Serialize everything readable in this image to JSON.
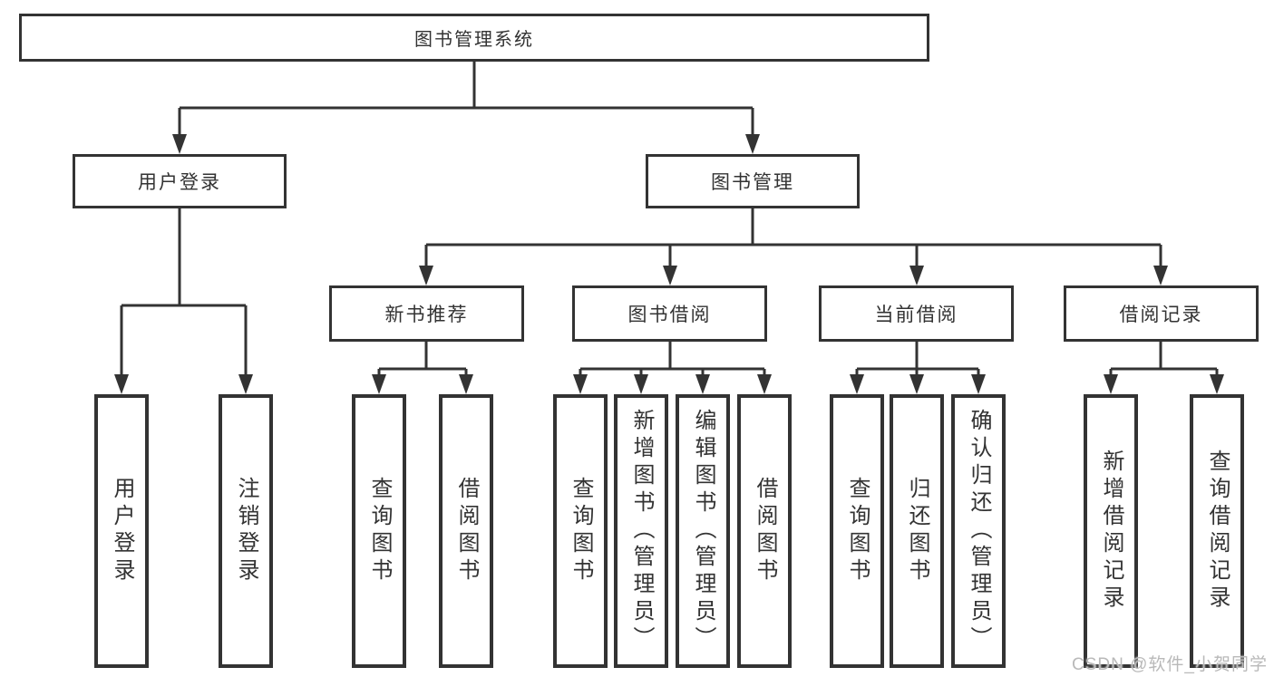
{
  "diagram": {
    "nodes": [
      {
        "id": "root",
        "label": "图书管理系统",
        "level": 1,
        "parent": null
      },
      {
        "id": "user-login",
        "label": "用户登录",
        "level": 2,
        "parent": "root"
      },
      {
        "id": "book-mgmt",
        "label": "图书管理",
        "level": 2,
        "parent": "root"
      },
      {
        "id": "new-book-rec",
        "label": "新书推荐",
        "level": 3,
        "parent": "book-mgmt"
      },
      {
        "id": "book-borrow",
        "label": "图书借阅",
        "level": 3,
        "parent": "book-mgmt"
      },
      {
        "id": "current-borrow",
        "label": "当前借阅",
        "level": 3,
        "parent": "book-mgmt"
      },
      {
        "id": "borrow-records",
        "label": "借阅记录",
        "level": 3,
        "parent": "book-mgmt"
      },
      {
        "id": "user-login-leaf",
        "label": "用户登录",
        "level": 4,
        "parent": "user-login"
      },
      {
        "id": "logout-leaf",
        "label": "注销登录",
        "level": 4,
        "parent": "user-login"
      },
      {
        "id": "nbr-query-book",
        "label": "查询图书",
        "level": 4,
        "parent": "new-book-rec"
      },
      {
        "id": "nbr-borrow-book",
        "label": "借阅图书",
        "level": 4,
        "parent": "new-book-rec"
      },
      {
        "id": "bb-query-book",
        "label": "查询图书",
        "level": 4,
        "parent": "book-borrow"
      },
      {
        "id": "bb-add-book",
        "label": "新增图书（管理员）",
        "level": 4,
        "parent": "book-borrow"
      },
      {
        "id": "bb-edit-book",
        "label": "编辑图书（管理员）",
        "level": 4,
        "parent": "book-borrow"
      },
      {
        "id": "bb-borrow-book",
        "label": "借阅图书",
        "level": 4,
        "parent": "book-borrow"
      },
      {
        "id": "cb-query-book",
        "label": "查询图书",
        "level": 4,
        "parent": "current-borrow"
      },
      {
        "id": "cb-return-book",
        "label": "归还图书",
        "level": 4,
        "parent": "current-borrow"
      },
      {
        "id": "cb-confirm-return",
        "label": "确认归还（管理员）",
        "level": 4,
        "parent": "current-borrow"
      },
      {
        "id": "br-add-record",
        "label": "新增借阅记录",
        "level": 4,
        "parent": "borrow-records"
      },
      {
        "id": "br-query-record",
        "label": "查询借阅记录",
        "level": 4,
        "parent": "borrow-records"
      }
    ]
  },
  "watermark": {
    "text": "CSDN @软件_小贺同学"
  },
  "colors": {
    "line": "#333333",
    "border": "#333333",
    "text": "#333333",
    "background": "#ffffff",
    "watermark": "#b9b9b9"
  }
}
